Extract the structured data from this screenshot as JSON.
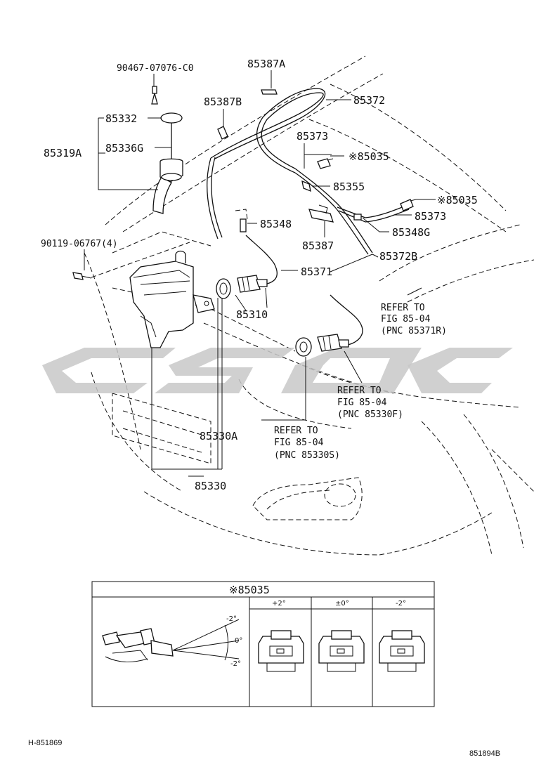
{
  "labels": {
    "p90467": "90467-07076-C0",
    "p85387A": "85387A",
    "p85387B": "85387B",
    "p85372": "85372",
    "p85332": "85332",
    "p85373a": "85373",
    "p85035a": "※85035",
    "p85319A": "85319A",
    "p85336G": "85336G",
    "p85355": "85355",
    "p85035b": "※85035",
    "p85373b": "85373",
    "p85348": "85348",
    "p85348G": "85348G",
    "p90119": "90119-06767(4)",
    "p85387": "85387",
    "p85372B": "85372B",
    "p85371": "85371",
    "p85310": "85310",
    "p85330A": "85330A",
    "p85330": "85330"
  },
  "refs": {
    "r1": {
      "l1": "REFER TO",
      "l2": "FIG 85-04",
      "l3": "(PNC 85371R)"
    },
    "r2": {
      "l1": "REFER TO",
      "l2": "FIG 85-04",
      "l3": "(PNC 85330F)"
    },
    "r3": {
      "l1": "REFER TO",
      "l2": "FIG 85-04",
      "l3": "(PNC 85330S)"
    }
  },
  "inset": {
    "title": "※85035",
    "columns": [
      "+2°",
      "±0°",
      "-2°"
    ],
    "angles": {
      "top": "-2°",
      "mid": "0°",
      "bot": "-2°"
    }
  },
  "footer": {
    "left": "H-851869",
    "right": "851894B"
  }
}
